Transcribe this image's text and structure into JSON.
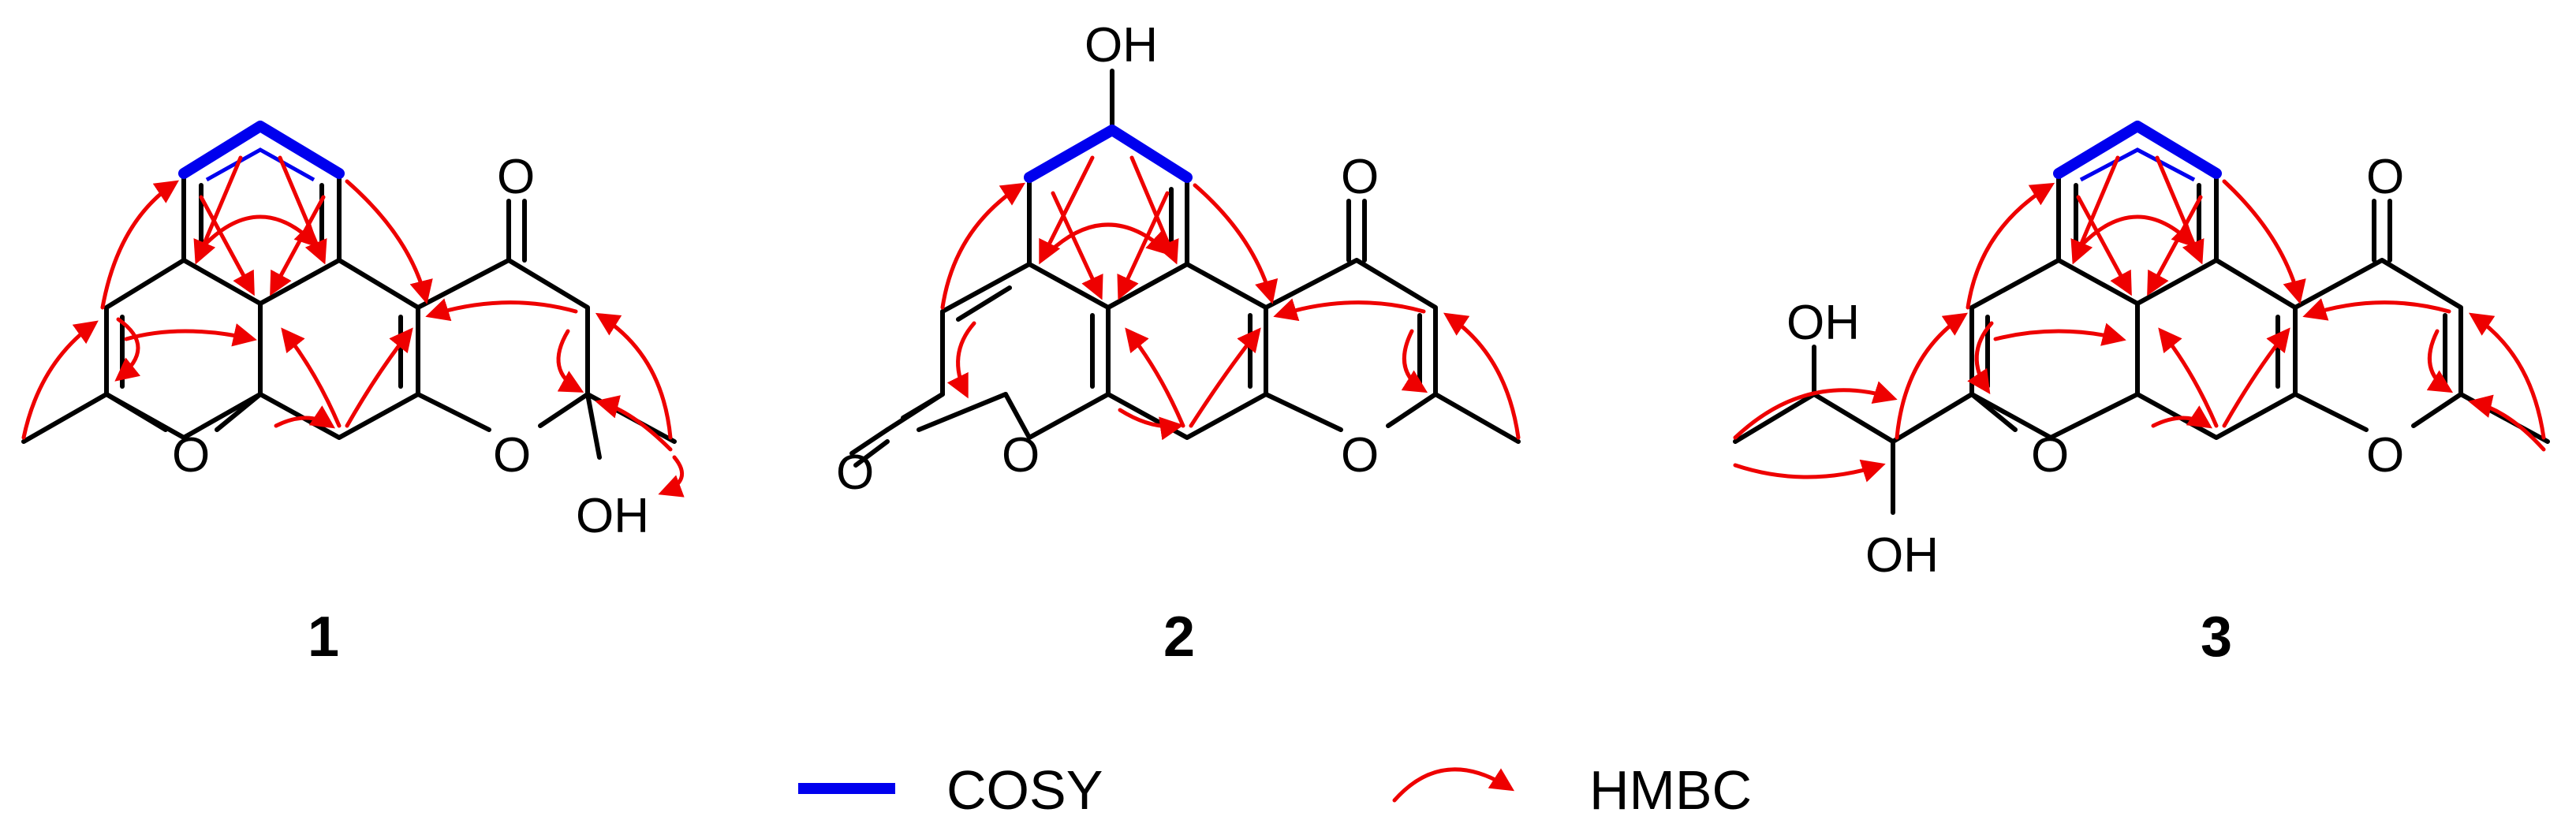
{
  "compounds": [
    {
      "label": "1",
      "atoms": {
        "oh": "OH",
        "ketone_o": "O",
        "ring_o_left": "O",
        "ring_o_right": "O"
      }
    },
    {
      "label": "2",
      "atoms": {
        "oh": "OH",
        "ketone_o": "O",
        "lactone_o": "O",
        "ring_o_left": "O",
        "ring_o_right": "O"
      }
    },
    {
      "label": "3",
      "atoms": {
        "oh_top": "OH",
        "oh_bottom": "OH",
        "ketone_o": "O",
        "ring_o_left": "O",
        "ring_o_right": "O"
      }
    }
  ],
  "legend": {
    "cosy_label": "COSY",
    "hmbc_label": "HMBC"
  },
  "colors": {
    "cosy": "#0000ee",
    "hmbc": "#ee0000",
    "bond": "#000000"
  }
}
